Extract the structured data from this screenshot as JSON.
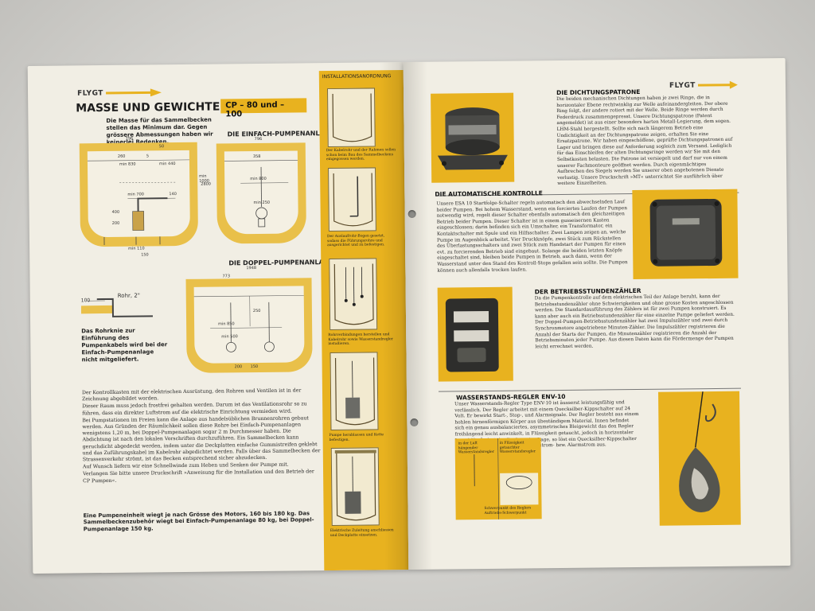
{
  "left_page": {
    "brand": "FLYGT",
    "title": "MASSE UND GEWICHTE",
    "model_badge": "CP – 80 und – 100",
    "intro": "Die Masse für das Sammelbecken stellen das Minimum dar. Gegen grössere Abmessungen haben wir keinerlei Bedenken.",
    "single_heading": "DIE EINFACH-PUMPENANLAGE",
    "double_heading": "DIE DOPPEL-PUMPENANLAGE",
    "pipe_label": "Rohr, 2\"",
    "pipe_dim": "100",
    "pipe_note": "Das Rohrknie zur Einführung des Pumpenkabels wird bei der Einfach-Pumpenanlage nicht mitgeliefert.",
    "dims_a": [
      "796",
      "50",
      "260",
      "5",
      "min 830",
      "min 440",
      "min 700",
      "140",
      "400",
      "200",
      "min 1000",
      "2800",
      "min 110",
      "150"
    ],
    "dims_b": [
      "796",
      "358",
      "min 800",
      "min 250"
    ],
    "dims_c": [
      "1948",
      "773",
      "250",
      "min 850",
      "min 500",
      "200",
      "150"
    ],
    "body_paragraphs": [
      "Der Kontrollkasten mit der elektrischen Ausrüstung, den Rohren und Ventilen ist in der Zeichnung abgebildet worden.",
      "Dieser Raum muss jedoch frostfrei gehalten werden. Darum ist das Ventilationsrohr so zu führen, dass ein direkter Luftstrom auf die elektrische Einrichtung vermieden wird.",
      "Bei Pumpstationen im Freien kann die Anlage aus handelsüblichen Brunnenrohren gebaut werden. Aus Gründen der Räumlichkeit sollen diese Rohre bei Einfach-Pumpenanlagen wenigstens 1,20 m, bei Doppel-Pumpenanlagen sogar 2 m Durchmesser haben. Die Abdichtung ist nach den lokalen Vorschriften durchzuführen. Ein Sammelbecken kann geruchdicht abgedeckt werden, indem unter die Deckplatten einfache Gummistreifen geklebt und das Zuführungskabel im Kabelrohr abgedichtet werden. Falls über das Sammelbecken der Strassenverkehr strömt, ist das Becken entsprechend sicher abzudecken.",
      "Auf Wunsch liefern wir eine Schnellwinde zum Heben und Senken der Pumpe mit.",
      "Verlangen Sie bitte unsere Druckschrift »Anweisung für die Installation und den Betrieb der CP Pumpen«."
    ],
    "weights_text": "Eine Pumpeneinheit wiegt je nach Grösse des Motors, 160 bis 180 kg. Das Sammelbeckenzubehör wiegt bei Einfach-Pumpenanlage 80 kg, bei Doppel-Pumpenanlage 150 kg."
  },
  "install_column": {
    "title": "INSTALLATIONSANORDNUNG",
    "captions": [
      "Der Kabelrohr und der Rahmen sollen schon beim Bau des Sammelbeckens eingegossen werden.",
      "Der Auslaufrohr-Bogen gesetzt, sodass die Führungsrohre und ausgerichtet und zu befestigen.",
      "Rohrverbindungen herstellen und Kabelrohr sowie Wasserstandregler installieren.",
      "Pumpe herablassen und Kette befestigen.",
      "Elektrische Zuleitung anschliessen und Deckplatte einsetzen."
    ]
  },
  "right_page": {
    "brand": "FLYGT",
    "seal": {
      "title": "DIE DICHTUNGSPATRONE",
      "text": "Die beiden mechanischen Dichtungen haben je zwei Ringe, die in horizontaler Ebene rechtwinklig zur Welle aufeinandergleiten. Der obere Ring folgt, der andere rotiert mit der Welle. Beide Ringe werden durch Federdruck zusammengepresst. Unsere Dichtungspatrone (Patent angemeldet) ist aus einer besonders harten Metall-Legierung, dem sogen. LHM-Stahl hergestellt. Sollte sich nach längerem Betrieb eine Undichtigkeit an der Dichtungspatrone zeigen, erhalten Sie eine Ersatzpatrone. Wir haben eingeschöffene, geprüfte Dichtungspatronen auf Lager und bringen diese auf Anforderung sogleich zum Versand. Lediglich für das Einschleifen der alten Dichtungsringe werden wir Sie mit den Selbstkosten belasten. Die Patrone ist versiegelt und darf nur von einem unserer Fachmonteure geöffnet werden. Durch eigenmächtiges Aufbrechen des Siegels werden Sie unserer oben angebotenen Dienste verlustig. Unsere Druckschrift »MT« unterrichtet Sie ausführlich über weitere Einzelheiten."
    },
    "control": {
      "title": "DIE AUTOMATISCHE KONTROLLE",
      "text": "Unsere ESA 10 Startfolge-Schalter regeln automatisch den abwechselnden Lauf beider Pumpen. Bei hohem Wasserstand, wenn ein forciertes Laufen der Pumpen notwendig wird, regelt dieser Schalter ebenfalls automatisch den gleichzeitigen Betrieb beider Pumpen. Dieser Schalter ist in einem gusseisernen Kasten eingeschlossen; darin befinden sich ein Umschalter, ein Transformator, ein Kontaktschalter mit Spule und ein Hilfsschalter. Zwei Lampen zeigen an, welche Pumpe im Augenblick arbeitet. Vier Druckknöpfe, zwei Stück zum Rückstellen des Überlastungsschalters und zwei Stück zum Handstart der Pumpen für einen evt. zu forcierenden Betrieb sind eingebaut. Solange die beiden letzten Knöpfe eingeschaltet sind, bleiben beide Pumpen in Betrieb, auch dann, wenn der Wasserstand unter den Stand des Kontroll-Stops gefallen sein sollte. Die Pumpen können auch allenfalls trocken laufen."
    },
    "counter": {
      "title": "DER BETRIEBSSTUNDENZÄHLER",
      "text": "Da die Pumpenkontrolle auf dem elektrischen Teil der Anlage beruht, kann der Betriebsstundenzähler ohne Schwierigkeiten und ohne grosse Kosten angeschlossen werden. Die Standardausführung des Zählers ist für zwei Pumpen konstruiert. Es kann aber auch ein Betriebsstundenzähler für eine einzelne Pumpe geliefert werden. Der Doppel-Pumpen-Betriebsstundenzähler hat zwei Impulszähler und zwei durch Synchronmotore angetriebene Minuten-Zähler. Die Impulszähler registrieren die Anzahl der Starts der Pumpen, die Minutenzähler registrieren die Anzahl der Betriebsminuten jeder Pumpe. Aus diesen Daten kann die Fördermenge der Pumpen leicht errechnet werden."
    },
    "regulator": {
      "title": "WASSERSTANDS-REGLER ENV-10",
      "text": "Unser Wasserstands-Regler Type ENV-10 ist äusserst leistungsfähig und verlässlich. Der Regler arbeitet mit einem Quecksilber-Kippschalter auf 24 Volt. Er bewirkt Start-, Stop-, und Alarmsignale. Der Regler besteht aus einem hohlen birnenförmigen Körper aus übeständigem Material. Innen befindet sich ein genau ausbalanciertes, asymmetrisches Bleigewicht das den Regler freihängend leicht anwinkelt, in Flüssigkeit getaucht, jedoch in horizontaler Lage hält. Ändert der Regler seine Lage, so löst ein Quecksilber-Kippschalter innerhalb des Reglers einen Arbeitsstrom- bzw. Alarmstrom aus.",
      "diagram_label_air": "in der Luft hängender Wasserstandsregler",
      "diagram_label_liquid": "in Flüssigkeit getauchter Wasserstandsregler",
      "diagram_label_center": "Schwerpunkt des Reglers Auftriebs-Schwerpunkt"
    }
  },
  "colors": {
    "accent": "#e8b21f",
    "paper": "#f1eee4",
    "table": "#d4d3cf"
  }
}
